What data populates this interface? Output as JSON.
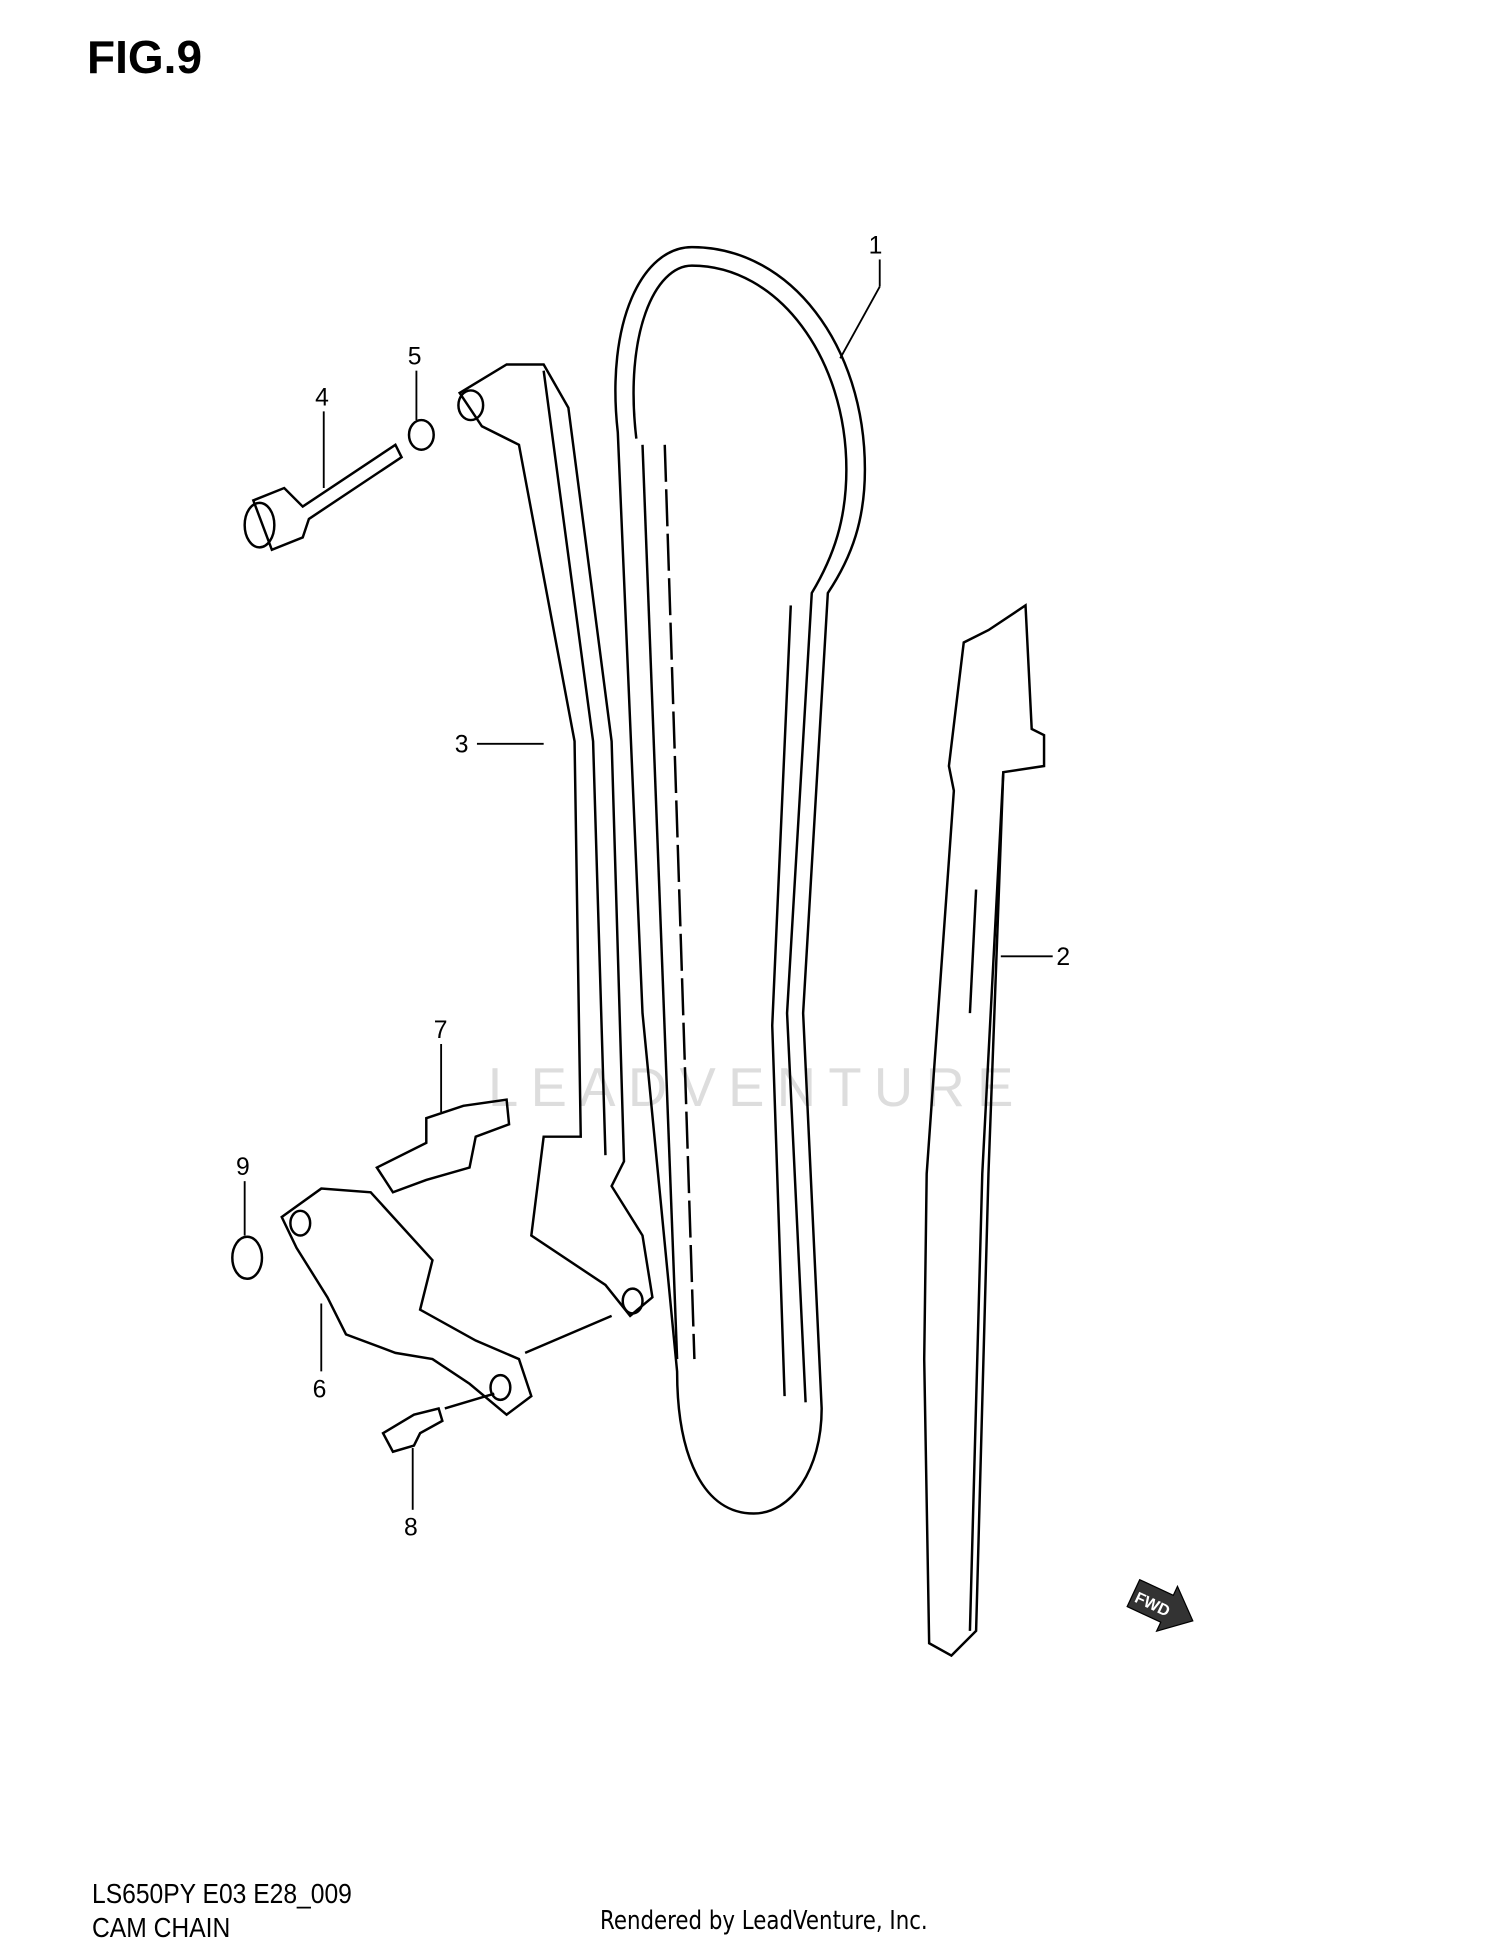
{
  "header": {
    "title": "FIG.9"
  },
  "footer": {
    "code": "LS650PY E03 E28_009",
    "name": "CAM CHAIN",
    "credit": "Rendered by LeadVenture, Inc."
  },
  "watermark": "LEADVENTURE",
  "fwd_label": "FWD",
  "callouts": [
    {
      "id": "1",
      "label": "1"
    },
    {
      "id": "2",
      "label": "2"
    },
    {
      "id": "3",
      "label": "3"
    },
    {
      "id": "4",
      "label": "4"
    },
    {
      "id": "5",
      "label": "5"
    },
    {
      "id": "6",
      "label": "6"
    },
    {
      "id": "7",
      "label": "7"
    },
    {
      "id": "8",
      "label": "8"
    },
    {
      "id": "9",
      "label": "9"
    }
  ]
}
